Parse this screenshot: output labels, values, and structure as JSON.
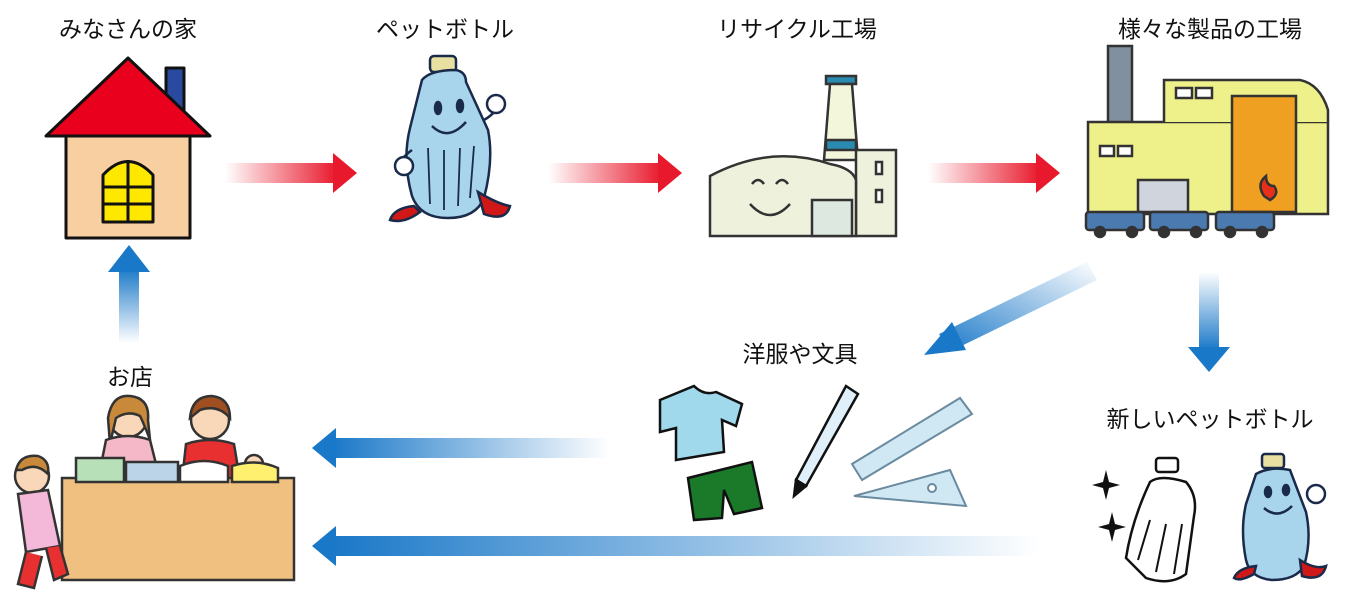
{
  "nodes": {
    "home": {
      "label": "みなさんの家"
    },
    "bottle": {
      "label": "ペットボトル"
    },
    "recycle_factory": {
      "label": "リサイクル工場"
    },
    "product_factory": {
      "label": "様々な製品の工場"
    },
    "clothes_stationery": {
      "label": "洋服や文具"
    },
    "new_bottle": {
      "label": "新しいペットボトル"
    },
    "shop": {
      "label": "お店"
    }
  },
  "colors": {
    "forward_arrow": "#e8192c",
    "return_arrow": "#1a78c8",
    "roof": "#e8001c",
    "house_wall": "#f8cfa0",
    "window": "#ffe800",
    "bottle_body": "#a8d4ec",
    "factory_wall": "#eef08a",
    "factory_door": "#f0a020",
    "counter": "#f0c080"
  },
  "icons": [
    "house-icon",
    "bottle-mascot-icon",
    "recycle-factory-icon",
    "product-factory-icon",
    "shirt-icon",
    "shorts-icon",
    "pen-icon",
    "ruler-icon",
    "triangle-ruler-icon",
    "sparkle-icon",
    "plastic-bottle-icon",
    "shop-counter-icon"
  ]
}
